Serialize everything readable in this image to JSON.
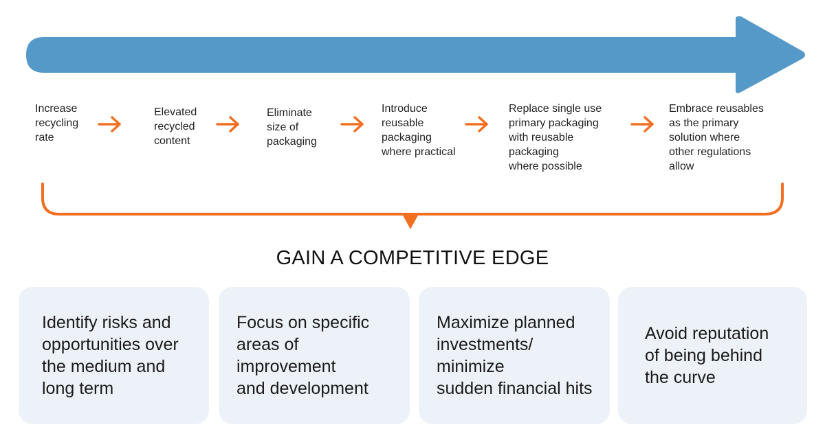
{
  "steps": [
    {
      "label": "Increase\nrecycling\nrate"
    },
    {
      "label": "Elevated\nrecycled\ncontent"
    },
    {
      "label": "Eliminate\nsize of\npackaging"
    },
    {
      "label": "Introduce\nreusable\npackaging\nwhere practical"
    },
    {
      "label": "Replace single use\nprimary packaging\nwith reusable\npackaging\nwhere possible"
    },
    {
      "label": "Embrace reusables\nas the primary\nsolution where\nother regulations\nallow"
    }
  ],
  "title": "GAIN A COMPETITIVE EDGE",
  "cards": [
    {
      "text": "Identify risks and\nopportunities over\nthe medium and\nlong term"
    },
    {
      "text": "Focus on specific\nareas of\nimprovement\nand development"
    },
    {
      "text": "Maximize planned\ninvestments/\nminimize\nsudden financial hits"
    },
    {
      "text": "Avoid reputation\nof being behind\nthe curve"
    }
  ],
  "colors": {
    "arrow_blue": "#5599c9",
    "accent_orange": "#f26f21",
    "card_bg": "#edf2f8"
  }
}
